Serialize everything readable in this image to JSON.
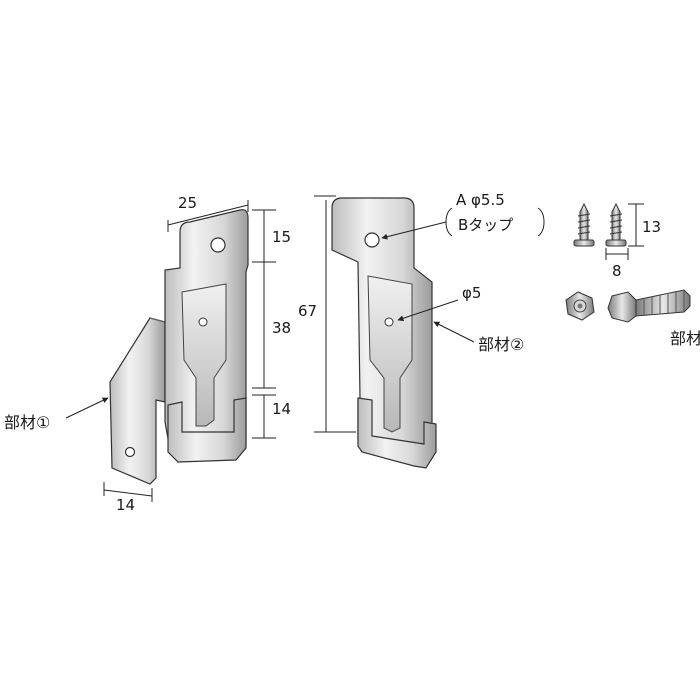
{
  "part1": {
    "label": "部材①",
    "width": "25",
    "dim_top": "15",
    "dim_mid": "38",
    "dim_bottom": "14",
    "dim_base": "14"
  },
  "part2": {
    "label": "部材②",
    "height": "67",
    "hole_a": "A φ5.5",
    "hole_b": "Bタップ",
    "hole_small": "φ5"
  },
  "screws": {
    "length": "13",
    "width": "8",
    "label_partial": "部材"
  },
  "colors": {
    "metal_light": "#e9e9e9",
    "metal_mid": "#bdbdbd",
    "metal_dark": "#6f6f6f",
    "line": "#222222"
  }
}
